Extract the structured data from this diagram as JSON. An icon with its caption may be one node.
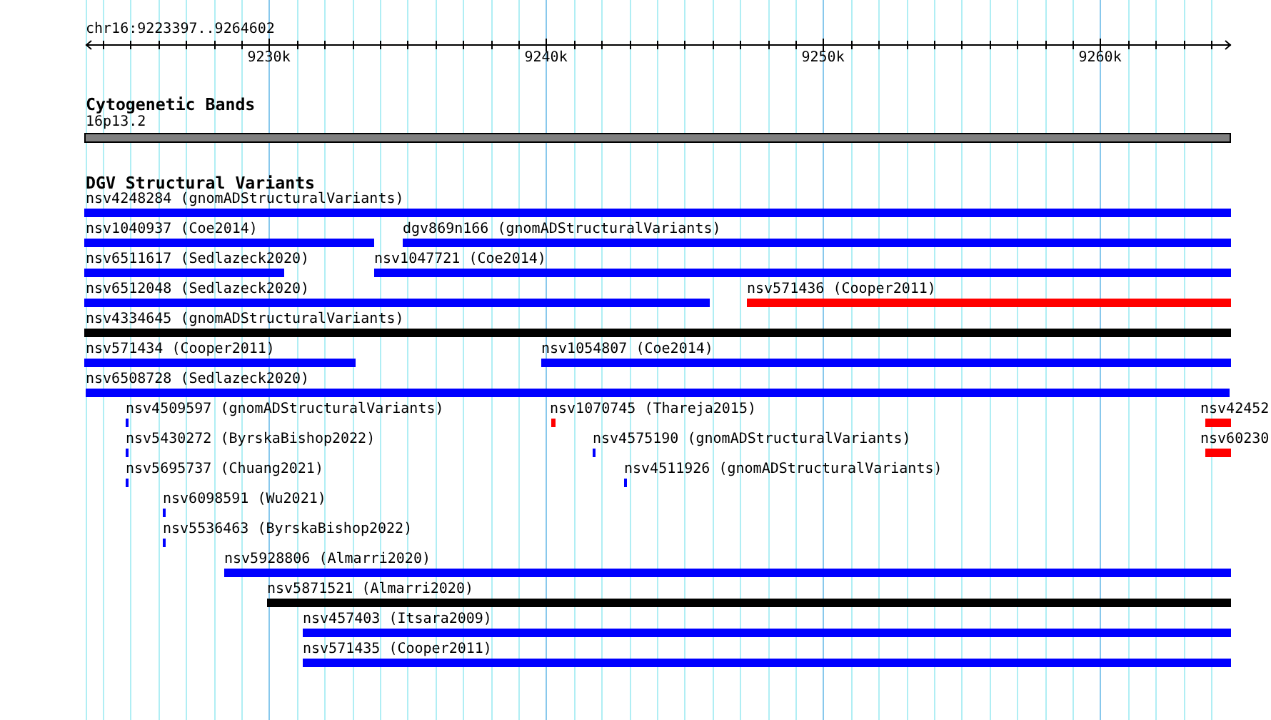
{
  "diagram": {
    "labels": [
      "chr16:9223397..9264602",
      "9230k",
      "9240k",
      "9250k",
      "9260k",
      "Cytogenetic Bands",
      "16p13.2",
      "DGV Structural Variants",
      "nsv4248284 (gnomADStructuralVariants)",
      "nsv1040937 (Coe2014)",
      "dgv869n166 (gnomADStructuralVariants)",
      "nsv6511617 (Sedlazeck2020)",
      "nsv1047721 (Coe2014)",
      "nsv6512048 (Sedlazeck2020)",
      "nsv571436 (Cooper2011)",
      "nsv4334645 (gnomADStructuralVariants)",
      "nsv571434 (Cooper2011)",
      "nsv1054807 (Coe2014)",
      "nsv6508728 (Sedlazeck2020)",
      "nsv4509597 (gnomADStructuralVariants)",
      "nsv1070745 (Thareja2015)",
      "nsv42452",
      "nsv5430272 (ByrskaBishop2022)",
      "nsv4575190 (gnomADStructuralVariants)",
      "nsv60230",
      "nsv5695737 (Chuang2021)",
      "nsv4511926 (gnomADStructuralVariants)",
      "nsv6098591 (Wu2021)",
      "nsv5536463 (ByrskaBishop2022)",
      "nsv5928806 (Almarri2020)",
      "nsv5871521 (Almarri2020)",
      "nsv457403 (Itsara2009)",
      "nsv571435 (Cooper2011)"
    ]
  }
}
